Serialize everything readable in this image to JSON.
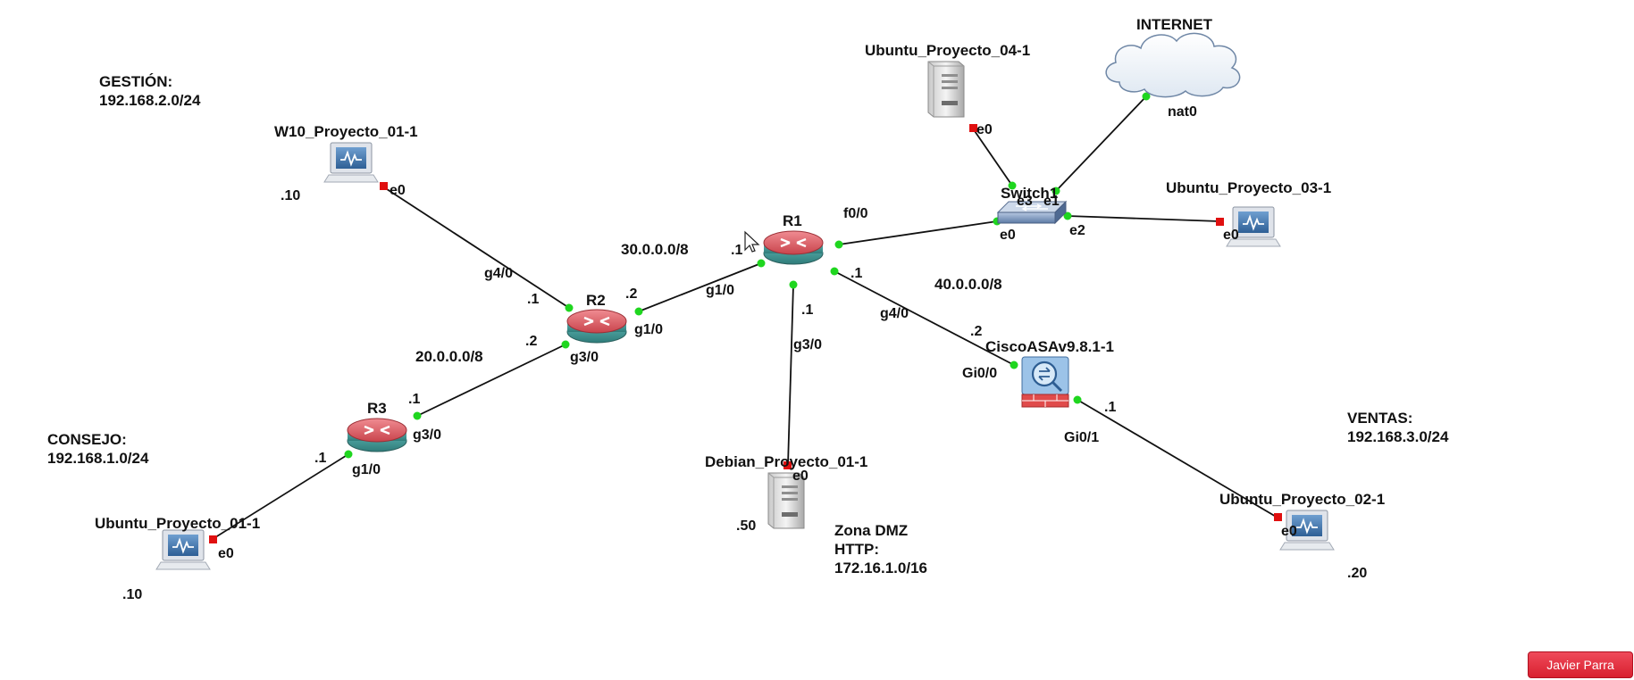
{
  "nodes": {
    "r1": {
      "label": "R1"
    },
    "r2": {
      "label": "R2"
    },
    "r3": {
      "label": "R3"
    },
    "switch": {
      "label": "Switch1"
    },
    "internet": {
      "label": "INTERNET"
    },
    "asa": {
      "label": "CiscoASAv9.8.1-1"
    },
    "w10": {
      "label": "W10_Proyecto_01-1"
    },
    "ubuntu1": {
      "label": "Ubuntu_Proyecto_01-1"
    },
    "ubuntu2": {
      "label": "Ubuntu_Proyecto_02-1"
    },
    "ubuntu3": {
      "label": "Ubuntu_Proyecto_03-1"
    },
    "ubuntu4": {
      "label": "Ubuntu_Proyecto_04-1"
    },
    "debian": {
      "label": "Debian_Proyecto_01-1"
    }
  },
  "ports": {
    "w10_e0": "e0",
    "r2_g4_0": "g4/0",
    "r2_g4_0_ip": ".1",
    "r2_g1_0": "g1/0",
    "r2_g1_0_ip": ".2",
    "r1_g1_0": "g1/0",
    "r1_g1_0_ip": ".1",
    "r1_f0_0": "f0/0",
    "sw_e0": "e0",
    "sw_e2": "e2",
    "sw_e3": "e3",
    "sw_e1": "e1",
    "u3_e0": "e0",
    "u4_e0": "e0",
    "nat0": "nat0",
    "r1_g4_0": "g4/0",
    "r1_g4_0_ip": ".1",
    "asa_gi0_0": "Gi0/0",
    "asa_gi0_0_ip": ".2",
    "asa_gi0_1": "Gi0/1",
    "asa_gi0_1_ip": ".1",
    "u2_e0": "e0",
    "r1_g3_0": "g3/0",
    "r1_g3_0_ip": ".1",
    "deb_e0": "e0",
    "r2_g3_0": "g3/0",
    "r2_g3_0_ip": ".2",
    "r3_g3_0": "g3/0",
    "r3_g3_0_ip": ".1",
    "r3_g1_0": "g1/0",
    "r3_g1_0_ip": ".1",
    "u1_e0": "e0"
  },
  "hosts": {
    "w10_ip": ".10",
    "ubuntu1_ip": ".10",
    "ubuntu2_ip": ".20",
    "debian_ip": ".50"
  },
  "networks": {
    "n30": "30.0.0.0/8",
    "n20": "20.0.0.0/8",
    "n40": "40.0.0.0/8"
  },
  "zones": {
    "gestion_title": "GESTIÓN:",
    "gestion_net": "192.168.2.0/24",
    "consejo_title": "CONSEJO:",
    "consejo_net": "192.168.1.0/24",
    "ventas_title": "VENTAS:",
    "ventas_net": "192.168.3.0/24",
    "dmz_line1": "Zona DMZ",
    "dmz_line2": "HTTP:",
    "dmz_line3": "172.16.1.0/16"
  },
  "user": {
    "name": "Javier Parra"
  },
  "colors": {
    "link_up": "#1fd61f",
    "link_down": "#e01010",
    "router_top": "#d9545b",
    "router_base": "#3f9c9a"
  }
}
